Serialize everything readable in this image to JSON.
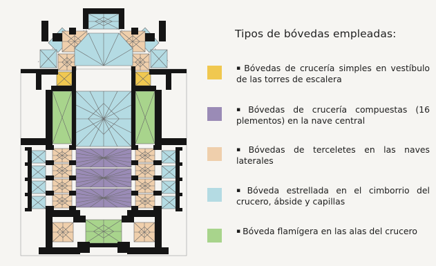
{
  "legend": {
    "title": "Tipos de bóvedas empleadas:",
    "bullet": "▪",
    "items": [
      {
        "key": "simples",
        "color": "#f0c850",
        "text": "Bóvedas de crucería simples en vestíbulo de las torres de escalera"
      },
      {
        "key": "compuestas",
        "color": "#9a8bb6",
        "text": "Bóvedas de crucería compuestas (16 plementos) en la nave central"
      },
      {
        "key": "terceletes",
        "color": "#efcfac",
        "text": "Bóvedas de terceletes en las naves laterales"
      },
      {
        "key": "estrellada",
        "color": "#b4dbe3",
        "text": "Bóveda estrellada en el cimborrio del crucero, ábside y capillas"
      },
      {
        "key": "flamigera",
        "color": "#a8d48c",
        "text": "Bóveda flamígera en las alas del crucero"
      }
    ]
  },
  "colors": {
    "wall": "#151515",
    "rib": "#6a6a6a",
    "outline": "#9a9a9a",
    "background": "#f6f5f2"
  }
}
